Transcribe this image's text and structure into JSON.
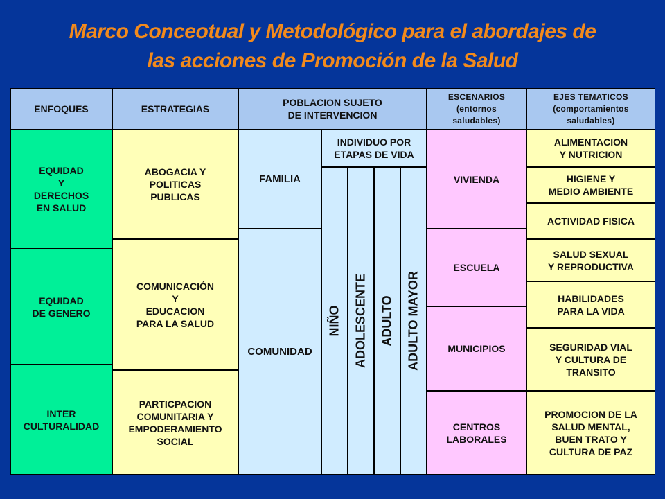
{
  "title": {
    "line1": "Marco Conceotual y Metodológico para el abordajes de",
    "line2": "las acciones de Promoción de la Salud"
  },
  "headers": {
    "enfoques": "ENFOQUES",
    "estrategias": "ESTRATEGIAS",
    "poblacion": "POBLACION SUJETO\nDE INTERVENCION",
    "escenarios": "ESCENARIOS\n(entornos\nsaludables)",
    "ejes": "EJES TEMATICOS\n(comportamientos\nsaludables)"
  },
  "enfoques": [
    "EQUIDAD\nY\nDERECHOS\nEN SALUD",
    "EQUIDAD\nDE GENERO",
    "INTER\nCULTURALIDAD"
  ],
  "estrategias": [
    "ABOGACIA Y\nPOLITICAS\nPUBLICAS",
    "COMUNICACIÓN\nY\nEDUCACION\nPARA LA SALUD",
    "PARTICPACION\nCOMUNITARIA Y\nEMPODERAMIENTO\nSOCIAL"
  ],
  "poblacion": {
    "familia": "FAMILIA",
    "comunidad": "COMUNIDAD",
    "individuo": "INDIVIDUO POR\nETAPAS DE VIDA",
    "etapas": [
      "NIÑO",
      "ADOLESCENTE",
      "ADULTO",
      "ADULTO MAYOR"
    ]
  },
  "escenarios": [
    "VIVIENDA",
    "ESCUELA",
    "MUNICIPIOS",
    "CENTROS\nLABORALES"
  ],
  "ejes": [
    "ALIMENTACION\nY NUTRICION",
    "HIGIENE Y\nMEDIO AMBIENTE",
    "ACTIVIDAD FISICA",
    "SALUD SEXUAL\nY REPRODUCTIVA",
    "HABILIDADES\nPARA LA VIDA",
    "SEGURIDAD VIAL\nY CULTURA DE\nTRANSITO",
    "PROMOCION DE LA\nSALUD MENTAL,\nBUEN TRATO Y\nCULTURA DE PAZ"
  ],
  "colors": {
    "background": "#05359a",
    "title": "#f28a1c",
    "header": "#a9c8f0",
    "enfoques": "#00f098",
    "estrategias_ejes": "#ffffb8",
    "poblacion": "#d0ecff",
    "escenarios": "#ffc8ff"
  }
}
